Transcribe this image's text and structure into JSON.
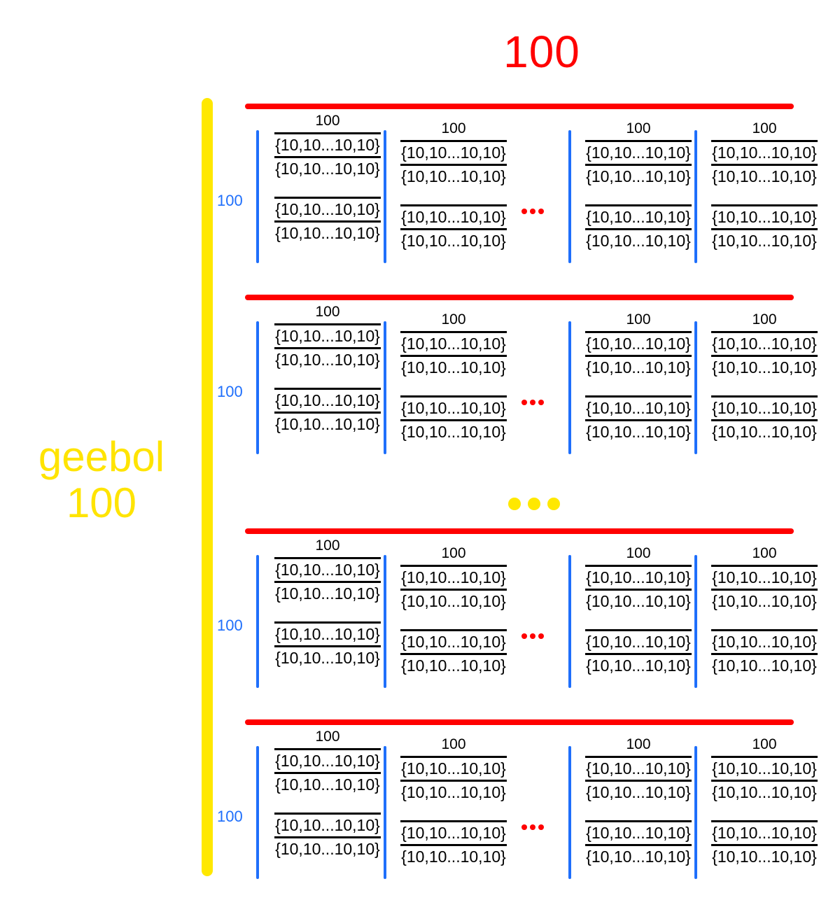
{
  "diagram": {
    "top_label": "100",
    "top_label_color": "#ff0000",
    "left_label_line1": "geebol",
    "left_label_line2": "100",
    "left_label_color": "#ffe400",
    "row_label": "100",
    "row_label_color": "#1f6ffb",
    "cell_title": "100",
    "cell_value": "{10,10...10,10}",
    "row_separator_color": "#ff0000",
    "column_separator_color": "#1f6ffb",
    "outer_brace_color": "#ffe800",
    "horizontal_ellipsis_color": "#ff0000",
    "vertical_ellipsis_color": "#ffe800",
    "rows": [
      {
        "label": "100",
        "columns": [
          {
            "title": "100",
            "values": [
              "{10,10...10,10}",
              "{10,10...10,10}",
              "{10,10...10,10}",
              "{10,10...10,10}"
            ]
          },
          {
            "title": "100",
            "values": [
              "{10,10...10,10}",
              "{10,10...10,10}",
              "{10,10...10,10}",
              "{10,10...10,10}"
            ]
          },
          {
            "title": "100",
            "values": [
              "{10,10...10,10}",
              "{10,10...10,10}",
              "{10,10...10,10}",
              "{10,10...10,10}"
            ]
          },
          {
            "title": "100",
            "values": [
              "{10,10...10,10}",
              "{10,10...10,10}",
              "{10,10...10,10}",
              "{10,10...10,10}"
            ]
          }
        ]
      },
      {
        "label": "100",
        "columns": [
          {
            "title": "100",
            "values": [
              "{10,10...10,10}",
              "{10,10...10,10}",
              "{10,10...10,10}",
              "{10,10...10,10}"
            ]
          },
          {
            "title": "100",
            "values": [
              "{10,10...10,10}",
              "{10,10...10,10}",
              "{10,10...10,10}",
              "{10,10...10,10}"
            ]
          },
          {
            "title": "100",
            "values": [
              "{10,10...10,10}",
              "{10,10...10,10}",
              "{10,10...10,10}",
              "{10,10...10,10}"
            ]
          },
          {
            "title": "100",
            "values": [
              "{10,10...10,10}",
              "{10,10...10,10}",
              "{10,10...10,10}",
              "{10,10...10,10}"
            ]
          }
        ]
      },
      {
        "label": "100",
        "columns": [
          {
            "title": "100",
            "values": [
              "{10,10...10,10}",
              "{10,10...10,10}",
              "{10,10...10,10}",
              "{10,10...10,10}"
            ]
          },
          {
            "title": "100",
            "values": [
              "{10,10...10,10}",
              "{10,10...10,10}",
              "{10,10...10,10}",
              "{10,10...10,10}"
            ]
          },
          {
            "title": "100",
            "values": [
              "{10,10...10,10}",
              "{10,10...10,10}",
              "{10,10...10,10}",
              "{10,10...10,10}"
            ]
          },
          {
            "title": "100",
            "values": [
              "{10,10...10,10}",
              "{10,10...10,10}",
              "{10,10...10,10}",
              "{10,10...10,10}"
            ]
          }
        ]
      },
      {
        "label": "100",
        "columns": [
          {
            "title": "100",
            "values": [
              "{10,10...10,10}",
              "{10,10...10,10}",
              "{10,10...10,10}",
              "{10,10...10,10}"
            ]
          },
          {
            "title": "100",
            "values": [
              "{10,10...10,10}",
              "{10,10...10,10}",
              "{10,10...10,10}",
              "{10,10...10,10}"
            ]
          },
          {
            "title": "100",
            "values": [
              "{10,10...10,10}",
              "{10,10...10,10}",
              "{10,10...10,10}",
              "{10,10...10,10}"
            ]
          },
          {
            "title": "100",
            "values": [
              "{10,10...10,10}",
              "{10,10...10,10}",
              "{10,10...10,10}",
              "{10,10...10,10}"
            ]
          }
        ]
      }
    ]
  }
}
